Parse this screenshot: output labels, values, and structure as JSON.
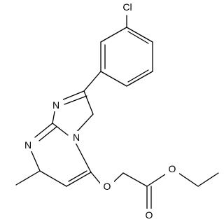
{
  "diagram": {
    "atoms": [
      {
        "id": "Cl",
        "label": "Cl"
      },
      {
        "id": "N_imid",
        "label": "N"
      },
      {
        "id": "N_pyr",
        "label": "N"
      },
      {
        "id": "N_bridge",
        "label": "N"
      },
      {
        "id": "O_ether",
        "label": "O"
      },
      {
        "id": "O_ester",
        "label": "O"
      },
      {
        "id": "O_carbonyl",
        "label": "O"
      }
    ],
    "colors": {
      "bond": "#000000",
      "label": "#000000",
      "background": "#ffffff"
    }
  }
}
